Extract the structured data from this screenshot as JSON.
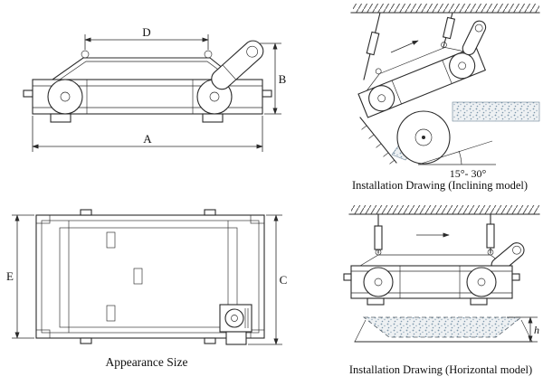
{
  "sheet": {
    "background": "#ffffff",
    "ink_color": "#2a2a2a",
    "material_dot_color": "#7d97ab"
  },
  "side_view": {
    "dim_top": "D",
    "dim_right": "B",
    "dim_bottom": "A"
  },
  "plan_view": {
    "dim_left": "E",
    "dim_right": "C",
    "caption": "Appearance Size"
  },
  "inclining_installation": {
    "angle_label": "15°- 30°",
    "caption": "Installation Drawing (Inclining model)"
  },
  "horizontal_installation": {
    "dim_gap": "h",
    "caption": "Installation Drawing (Horizontal model)"
  }
}
